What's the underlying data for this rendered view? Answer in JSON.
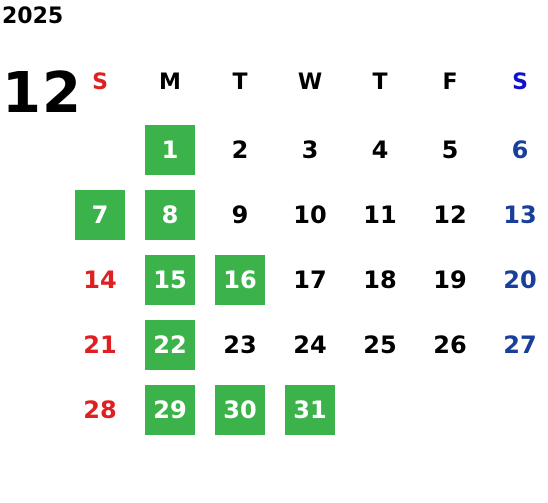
{
  "year": "2025",
  "month": "12",
  "colors": {
    "highlight_bg": "#3bb34a",
    "highlight_text": "#ffffff",
    "sunday": "#e02020",
    "saturday_header": "#1010d0",
    "saturday": "#1a3f9a",
    "weekday_text": "#000000"
  },
  "weekdays": [
    "S",
    "M",
    "T",
    "W",
    "T",
    "F",
    "S"
  ],
  "first_weekday_index": 1,
  "days": [
    {
      "n": "1",
      "hl": true
    },
    {
      "n": "2"
    },
    {
      "n": "3"
    },
    {
      "n": "4"
    },
    {
      "n": "5"
    },
    {
      "n": "6"
    },
    {
      "n": "7",
      "hl": true
    },
    {
      "n": "8",
      "hl": true
    },
    {
      "n": "9"
    },
    {
      "n": "10"
    },
    {
      "n": "11"
    },
    {
      "n": "12"
    },
    {
      "n": "13"
    },
    {
      "n": "14"
    },
    {
      "n": "15",
      "hl": true
    },
    {
      "n": "16",
      "hl": true
    },
    {
      "n": "17"
    },
    {
      "n": "18"
    },
    {
      "n": "19"
    },
    {
      "n": "20"
    },
    {
      "n": "21"
    },
    {
      "n": "22",
      "hl": true
    },
    {
      "n": "23"
    },
    {
      "n": "24"
    },
    {
      "n": "25"
    },
    {
      "n": "26"
    },
    {
      "n": "27"
    },
    {
      "n": "28"
    },
    {
      "n": "29",
      "hl": true
    },
    {
      "n": "30",
      "hl": true
    },
    {
      "n": "31",
      "hl": true
    }
  ]
}
